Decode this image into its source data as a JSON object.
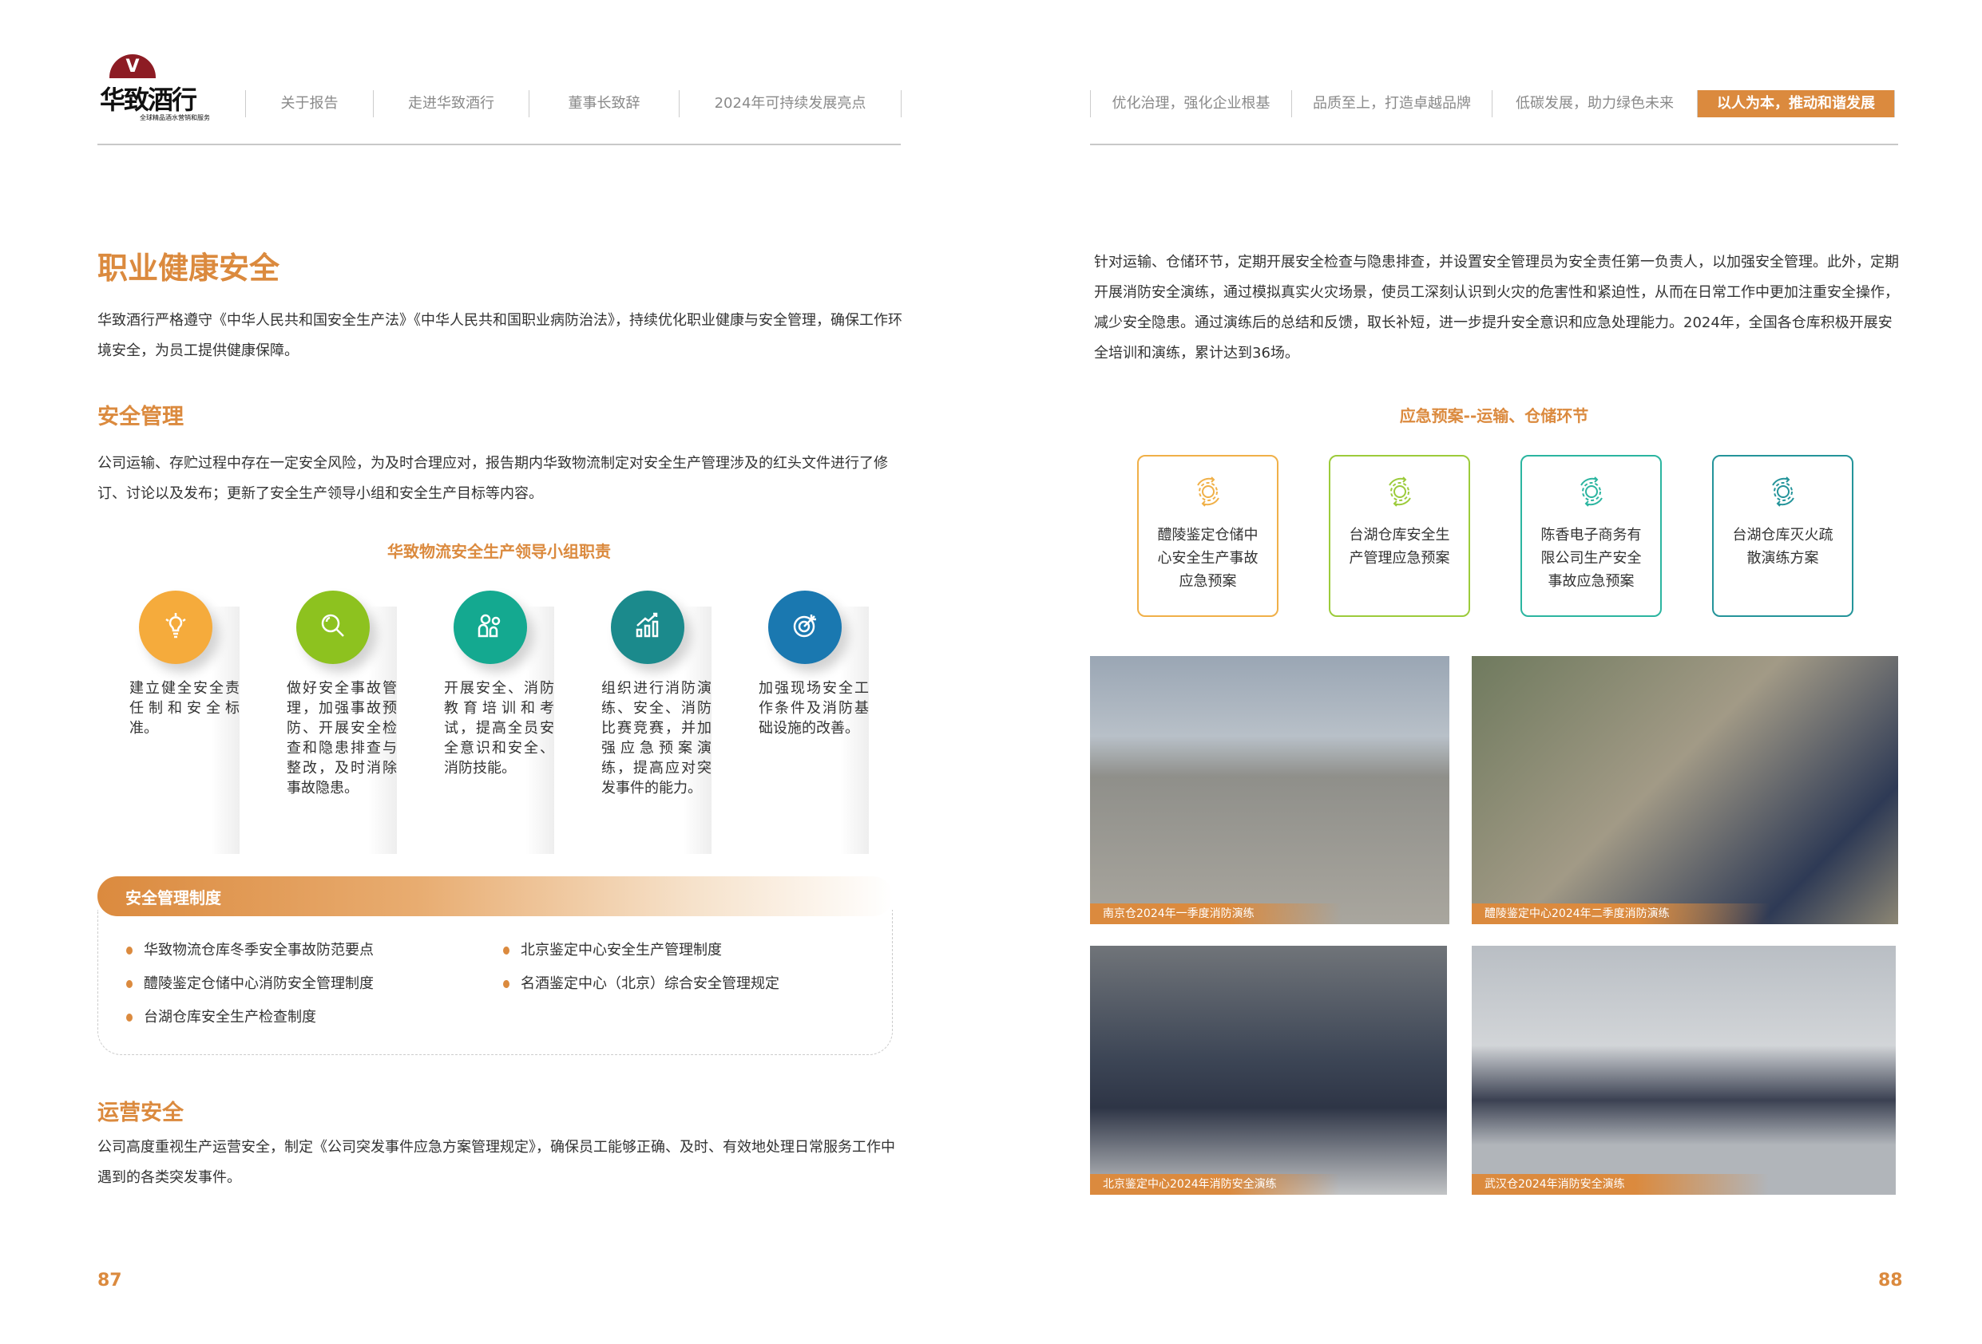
{
  "logo": {
    "name": "华致酒行",
    "tagline": "全球精品酒水营销和服务",
    "seal": "V"
  },
  "nav_left": [
    "关于报告",
    "走进华致酒行",
    "董事长致辞",
    "2024年可持续发展亮点"
  ],
  "nav_right": [
    "优化治理，强化企业根基",
    "品质至上，打造卓越品牌",
    "低碳发展，助力绿色未来",
    "以人为本，推动和谐发展"
  ],
  "left": {
    "title": "职业健康安全",
    "intro": "华致酒行严格遵守《中华人民共和国安全生产法》《中华人民共和国职业病防治法》，持续优化职业健康与安全管理，确保工作环境安全，为员工提供健康保障。",
    "safety_heading": "安全管理",
    "safety_text": "公司运输、存贮过程中存在一定安全风险，为及时合理应对，报告期内华致物流制定对安全生产管理涉及的红头文件进行了修订、讨论以及发布；更新了安全生产领导小组和安全生产目标等内容。",
    "group_title": "华致物流安全生产领导小组职责",
    "duties": [
      {
        "icon": "lightbulb-icon",
        "color": "#f5ab3c",
        "text": "建立健全安全责任制和安全标准。"
      },
      {
        "icon": "magnifier-icon",
        "color": "#8dc21f",
        "text": "做好安全事故管理，加强事故预防、开展安全检查和隐患排查与整改，及时消除事故隐患。"
      },
      {
        "icon": "people-icon",
        "color": "#14a990",
        "text": "开展安全、消防教育培训和考试，提高全员安全意识和安全、消防技能。"
      },
      {
        "icon": "bar-chart-icon",
        "color": "#1b8a8c",
        "text": "组织进行消防演练、安全、消防比赛竞赛，并加强应急预案演练，提高应对突发事件的能力。"
      },
      {
        "icon": "target-icon",
        "color": "#1a78b0",
        "text": "加强现场安全工作条件及消防基础设施的改善。"
      }
    ],
    "system_title": "安全管理制度",
    "systems": [
      "华致物流仓库冬季安全事故防范要点",
      "醴陵鉴定仓储中心消防安全管理制度",
      "台湖仓库安全生产检查制度",
      "北京鉴定中心安全生产管理制度",
      "名酒鉴定中心（北京）综合安全管理规定"
    ],
    "ops_heading": "运营安全",
    "ops_text": "公司高度重视生产运营安全，制定《公司突发事件应急方案管理规定》，确保员工能够正确、及时、有效地处理日常服务工作中遇到的各类突发事件。",
    "page": "87"
  },
  "right": {
    "text": "针对运输、仓储环节，定期开展安全检查与隐患排查，并设置安全管理员为安全责任第一负责人，以加强安全管理。此外，定期开展消防安全演练，通过模拟真实火灾场景，使员工深刻认识到火灾的危害性和紧迫性，从而在日常工作中更加注重安全操作，减少安全隐患。通过演练后的总结和反馈，取长补短，进一步提升安全意识和应急处理能力。2024年，全国各仓库积极开展安全培训和演练，累计达到36场。",
    "plan_title": "应急预案--运输、仓储环节",
    "plans": [
      {
        "color": "#f0b048",
        "text": "醴陵鉴定仓储中心安全生产事故应急预案"
      },
      {
        "color": "#9ccb3b",
        "text": "台湖仓库安全生产管理应急预案"
      },
      {
        "color": "#2bb5a0",
        "text": "陈香电子商务有限公司生产安全事故应急预案"
      },
      {
        "color": "#24949a",
        "text": "台湖仓库灭火疏散演练方案"
      }
    ],
    "photos": [
      "南京仓2024年一季度消防演练",
      "醴陵鉴定中心2024年二季度消防演练",
      "北京鉴定中心2024年消防安全演练",
      "武汉仓2024年消防安全演练"
    ],
    "page": "88"
  },
  "accent": "#db8a3e"
}
